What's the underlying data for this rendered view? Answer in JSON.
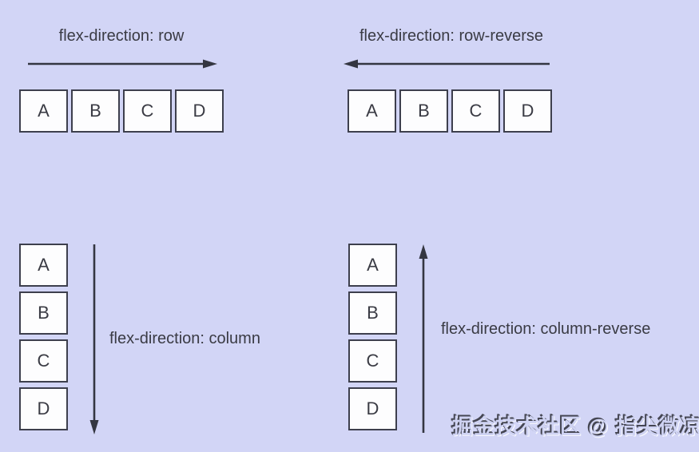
{
  "colors": {
    "background": "#d2d5f6",
    "box-fill": "#fdfdfe",
    "box-border": "#3d3f4d",
    "text": "#3a3b44",
    "arrow": "#343641",
    "watermark-fill": "#cfd3f3",
    "watermark-shadow": "#454653"
  },
  "sections": {
    "row": {
      "label": "flex-direction: row",
      "arrow_direction": "right",
      "items": [
        "A",
        "B",
        "C",
        "D"
      ]
    },
    "row_reverse": {
      "label": "flex-direction: row-reverse",
      "arrow_direction": "left",
      "items": [
        "A",
        "B",
        "C",
        "D"
      ]
    },
    "column": {
      "label": "flex-direction: column",
      "arrow_direction": "down",
      "items": [
        "A",
        "B",
        "C",
        "D"
      ]
    },
    "column_reverse": {
      "label": "flex-direction: column-reverse",
      "arrow_direction": "up",
      "items": [
        "A",
        "B",
        "C",
        "D"
      ]
    }
  },
  "watermark": "掘金技术社区 @ 指尖微凉"
}
